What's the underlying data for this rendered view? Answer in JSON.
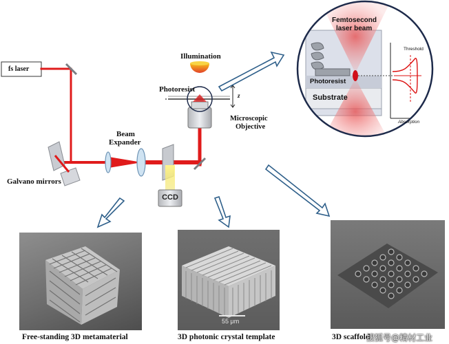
{
  "labels": {
    "laser": "fs laser",
    "galvano": "Galvano  mirrors",
    "beam_expander_line1": "Beam",
    "beam_expander_line2": "Expander",
    "illumination": "Illumination",
    "photoresist": "Photoresist",
    "objective_line1": "Microscopic",
    "objective_line2": "Objective",
    "z_axis": "z",
    "ccd": "CCD"
  },
  "zoom_inset": {
    "title_line1": "Femtosecond",
    "title_line2": "laser beam",
    "photoresist": "Photoresist",
    "substrate": "Substrate",
    "threshold": "Threshold",
    "absorption": "Absorption"
  },
  "samples": [
    {
      "caption": "Free-standing  3D metamaterial"
    },
    {
      "caption": "3D photonic  crystal template",
      "scale_bar": "55 μm"
    },
    {
      "caption": "3D scaffold"
    }
  ],
  "watermark": "搜狐号@精材工业",
  "colors": {
    "laser_beam": "#e01b1b",
    "zoom_circle_border": "#1d2a4a",
    "inset_bg": "#dce0ea",
    "arrow_outline": "#2e5f8a"
  },
  "icons": [
    "mirror-icon",
    "lens-icon",
    "objective-icon",
    "lamp-icon",
    "ccd-camera-icon"
  ]
}
